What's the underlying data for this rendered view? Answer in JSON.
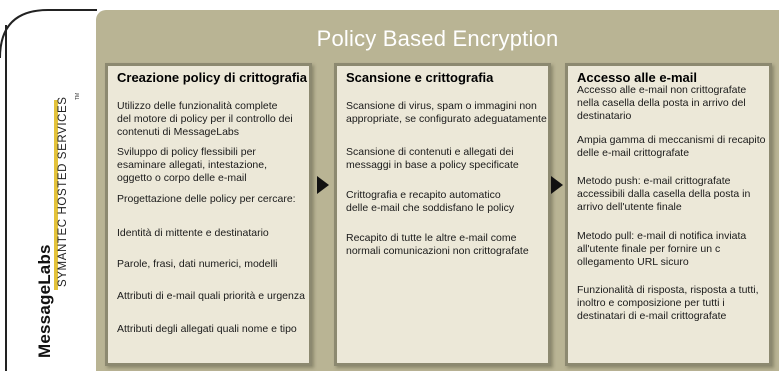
{
  "brand": {
    "name": "MessageLabs",
    "subtitle": "SYMANTEC HOSTED SERVICES",
    "trademark": "TM",
    "accent_color": "#e3c23a"
  },
  "title": "Policy Based Encryption",
  "colors": {
    "panel_background": "#b9b494",
    "card_background": "#ece8d8",
    "card_border": "#8c8970",
    "title_text": "#ffffff"
  },
  "columns": [
    {
      "heading": "Creazione policy di crittografia",
      "items": [
        "Utilizzo delle funzionalità complete\ndel motore di policy per il controllo dei\ncontenuti di MessageLabs",
        "Sviluppo di policy flessibili per\nesaminare allegati, intestazione,\noggetto o corpo delle e-mail",
        "Progettazione delle policy per cercare:",
        "Identità di mittente e destinatario",
        "Parole, frasi, dati numerici, modelli",
        "Attributi di e-mail quali priorità e urgenza",
        "Attributi degli allegati quali nome e tipo"
      ]
    },
    {
      "heading": "Scansione e crittografia",
      "items": [
        "Scansione di virus, spam o immagini non\nappropriate, se configurato adeguatamente",
        "Scansione di contenuti e allegati dei\nmessaggi in base a policy specificate",
        "Crittografia e recapito automatico\ndelle e-mail che soddisfano le policy",
        "Recapito di tutte le altre e-mail come\nnormali comunicazioni non crittografate"
      ]
    },
    {
      "heading": "Accesso alle e-mail",
      "items": [
        "Accesso alle e-mail non crittografate\nnella casella della posta in arrivo del\ndestinatario",
        "Ampia gamma di meccanismi di recapito\ndelle e-mail crittografate",
        "Metodo push: e-mail crittografate\naccessibili dalla casella della posta in\narrivo dell'utente finale",
        "Metodo pull: e-mail di notifica inviata\nall'utente finale per fornire un c\nollegamento URL sicuro",
        "Funzionalità di risposta, risposta a tutti,\ninoltro e composizione per tutti i\ndestinatari di e-mail crittografate"
      ]
    }
  ]
}
